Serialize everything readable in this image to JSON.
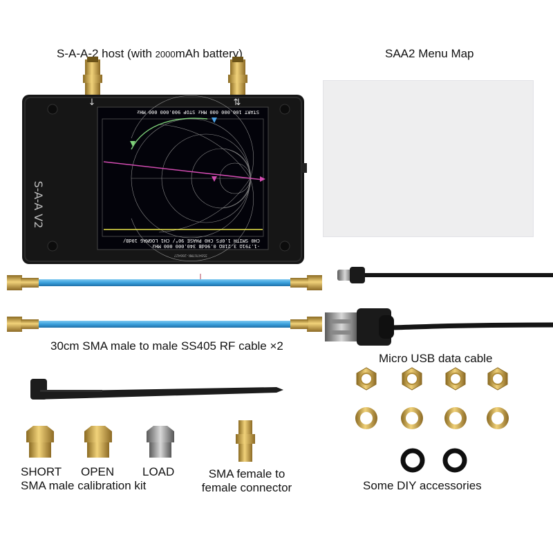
{
  "captions": {
    "host_prefix": "S-A-A-2 host (with ",
    "host_capacity": "2000",
    "host_suffix": "mAh battery)",
    "menu_map": "SAA2 Menu Map",
    "rf_cable": "30cm SMA male to male SS405 RF cable ×2",
    "usb_cable": "Micro USB data cable",
    "short": "SHORT",
    "open": "OPEN",
    "load": "LOAD",
    "cal_kit": "SMA male calibration kit",
    "connector": "SMA female to\nfemale connector",
    "diy": "Some DIY accessories"
  },
  "device": {
    "brand": "S-A-A V2",
    "port_arrow_left": "↓",
    "port_arrow_right": "⇅",
    "screen_top": "START 100.000 000 MHz    STOP 900.000 000 MHz",
    "screen_bottom": "CH0 SMITH 1.0FS  CH0 PHASE 90°/  CH1 LOGMAG 10dB/",
    "screen_bottom2": "-1.791Ω  3.218Ω   0.96dB   340.000 000 MHz",
    "serial": "3584767MR-200427"
  },
  "colors": {
    "device_body": "#161616",
    "screen_bg": "#03030a",
    "cable_blue": "#3aa0dc",
    "brass": "#c9a24a",
    "trace_yellow": "#e7e34a",
    "trace_magenta": "#d14bb0",
    "trace_green": "#7fd27a"
  }
}
